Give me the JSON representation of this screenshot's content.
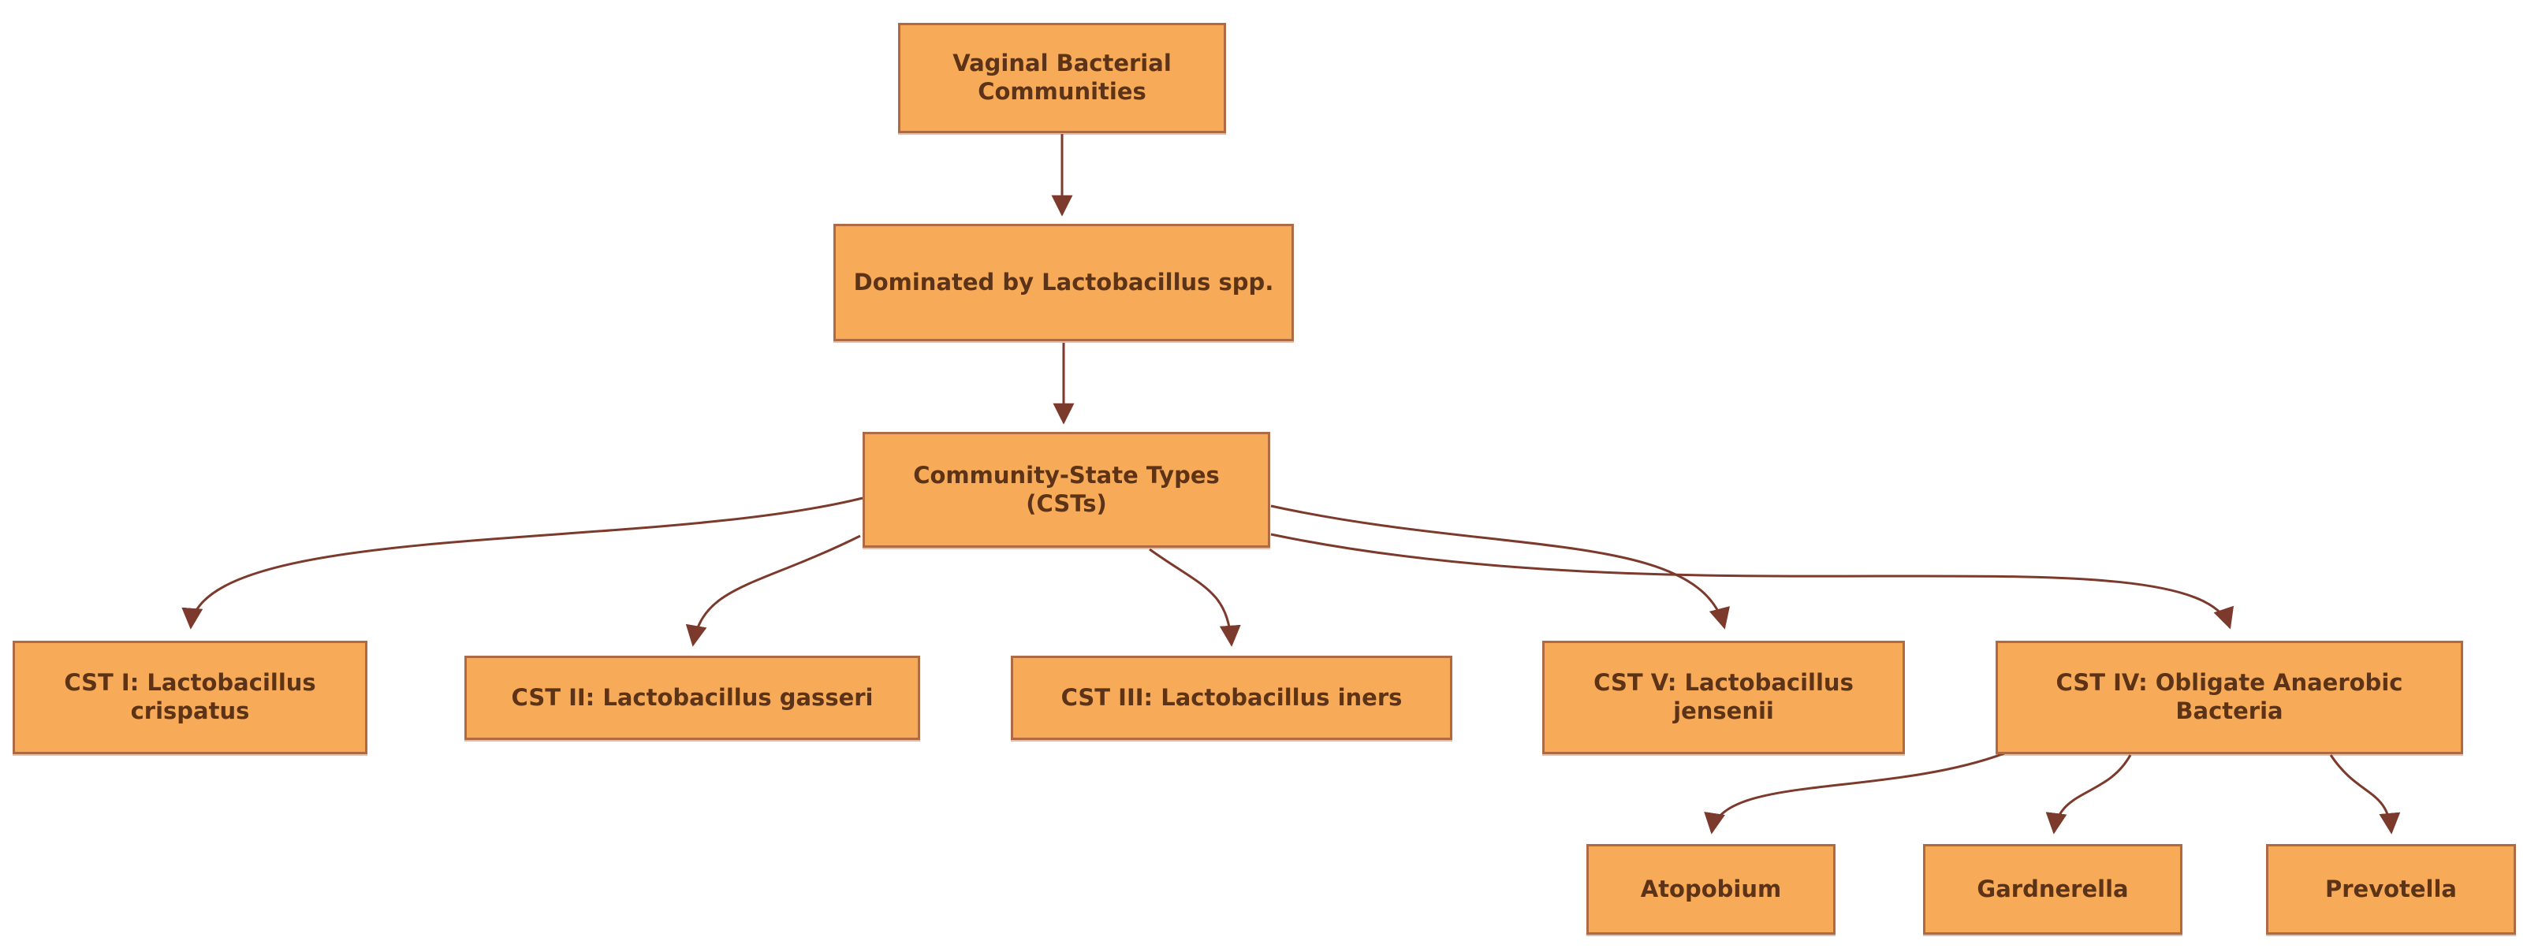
{
  "diagram": {
    "type": "flowchart",
    "direction": "top-down",
    "colors": {
      "background": "#ffffff",
      "node_fill": "#F7AB58",
      "node_border": "#AE6A42",
      "node_text": "#5C3317",
      "edge": "#7C3A2C"
    },
    "nodes": [
      {
        "id": "root",
        "label": "Vaginal Bacterial Communities"
      },
      {
        "id": "dominated",
        "label": "Dominated by Lactobacillus spp."
      },
      {
        "id": "csts",
        "label": "Community-State Types (CSTs)"
      },
      {
        "id": "cst1",
        "label": "CST I: Lactobacillus crispatus"
      },
      {
        "id": "cst2",
        "label": "CST II: Lactobacillus gasseri"
      },
      {
        "id": "cst3",
        "label": "CST III: Lactobacillus iners"
      },
      {
        "id": "cst5",
        "label": "CST V: Lactobacillus jensenii"
      },
      {
        "id": "cst4",
        "label": "CST IV: Obligate Anaerobic Bacteria"
      },
      {
        "id": "atopobium",
        "label": "Atopobium"
      },
      {
        "id": "gardnerella",
        "label": "Gardnerella"
      },
      {
        "id": "prevotella",
        "label": "Prevotella"
      }
    ],
    "edges": [
      {
        "from": "root",
        "to": "dominated"
      },
      {
        "from": "dominated",
        "to": "csts"
      },
      {
        "from": "csts",
        "to": "cst1"
      },
      {
        "from": "csts",
        "to": "cst2"
      },
      {
        "from": "csts",
        "to": "cst3"
      },
      {
        "from": "csts",
        "to": "cst5"
      },
      {
        "from": "csts",
        "to": "cst4"
      },
      {
        "from": "cst4",
        "to": "atopobium"
      },
      {
        "from": "cst4",
        "to": "gardnerella"
      },
      {
        "from": "cst4",
        "to": "prevotella"
      }
    ]
  }
}
